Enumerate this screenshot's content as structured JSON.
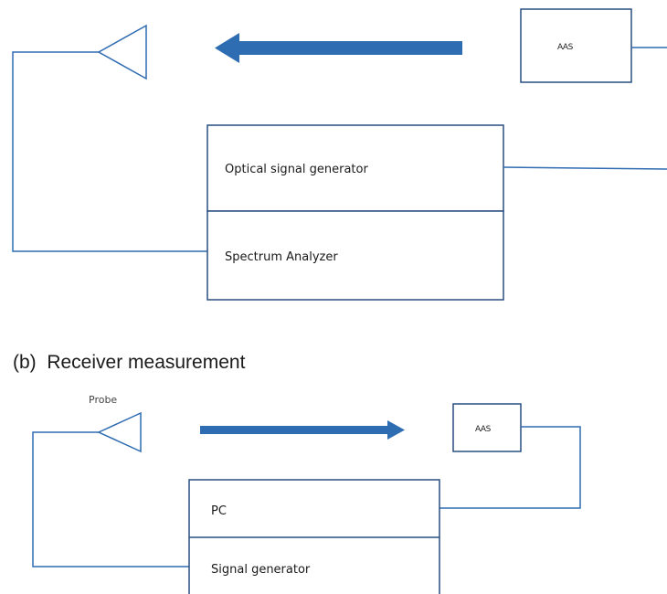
{
  "colors": {
    "line": "#2e6bb0",
    "arrow": "#2f6db3",
    "box_border": "#2a4f80",
    "text": "#1a1a1a"
  },
  "panel_a": {
    "aas_label": "AAS",
    "upper_box_label": "Optical signal generator",
    "lower_box_label": "Spectrum Analyzer",
    "arrow_direction": "left"
  },
  "panel_b": {
    "caption": "(b)  Receiver measurement",
    "probe_label": "Probe",
    "aas_label": "AAS",
    "upper_box_label": "PC",
    "lower_box_label": "Signal generator",
    "arrow_direction": "right"
  }
}
